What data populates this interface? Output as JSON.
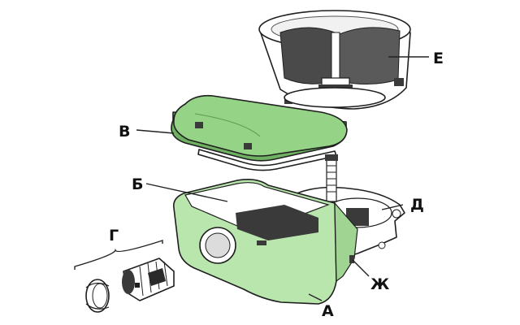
{
  "diagram": {
    "colors": {
      "housing": "#b8e6ad",
      "housing_shade": "#9fd493",
      "filter": "#95d387",
      "filter_edge": "#6fb063",
      "outline": "#1f1f1f",
      "dark_parts": "#3a3a3a",
      "white": "#ffffff"
    },
    "labels": {
      "A": "А",
      "B": "Б",
      "V": "В",
      "G": "Г",
      "D": "Д",
      "E": "Е",
      "Zh": "Ж"
    }
  }
}
